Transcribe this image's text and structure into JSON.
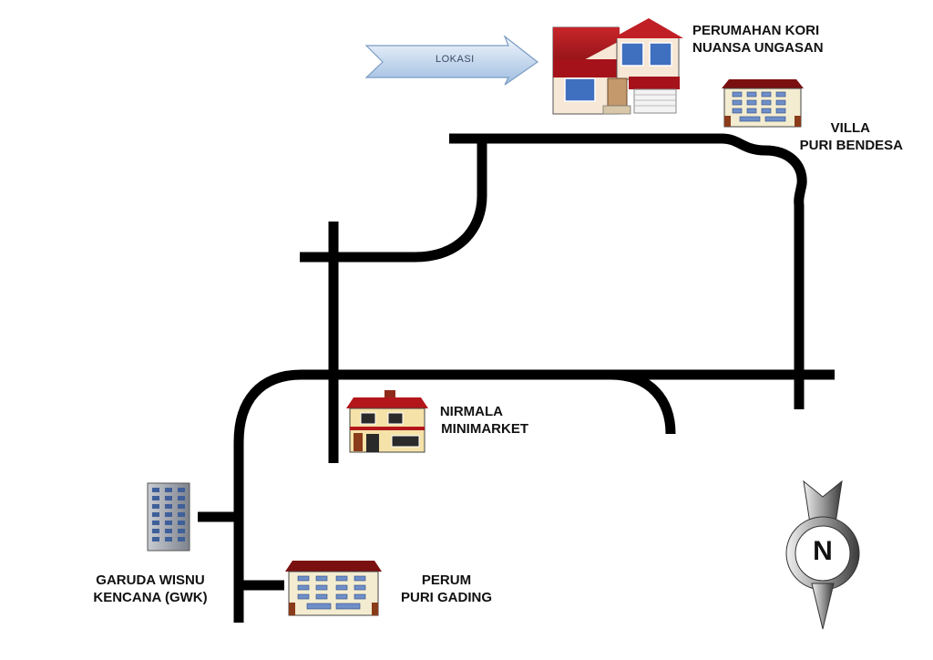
{
  "map": {
    "direction_arrow": {
      "label": "LOKASI",
      "color_light": "#e8f0fa",
      "color_dark": "#8fb2d8"
    },
    "landmarks": {
      "kori": {
        "lines": [
          "PERUMAHAN KORI",
          "NUANSA UNGASAN"
        ],
        "icon": "house-icon"
      },
      "villa": {
        "lines": [
          "VILLA",
          "PURI BENDESA"
        ],
        "icon": "apartment-building-icon"
      },
      "nirmala": {
        "lines": [
          "NIRMALA",
          "MINIMARKET"
        ],
        "icon": "shop-house-icon"
      },
      "gwk": {
        "lines": [
          "GARUDA WISNU",
          "KENCANA (GWK)"
        ],
        "icon": "tower-building-icon"
      },
      "puri_gading": {
        "lines": [
          "PERUM",
          "PURI GADING"
        ],
        "icon": "apartment-building-icon"
      }
    },
    "compass": {
      "letter": "N",
      "icon": "compass-north-icon"
    },
    "colors": {
      "road": "#000000",
      "roof_red": "#b3161b",
      "wall_cream": "#f3ecd0",
      "window_blue": "#3f6fbf"
    }
  }
}
